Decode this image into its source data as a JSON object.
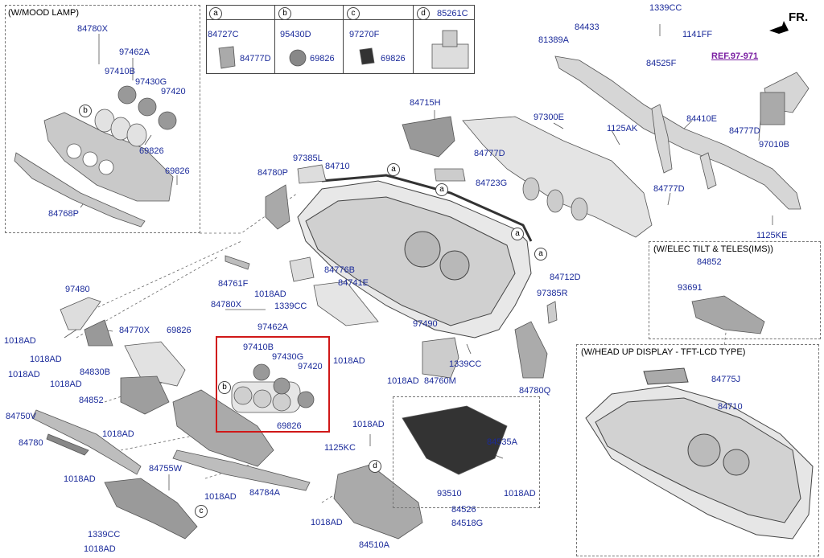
{
  "colors": {
    "label": "#1a2a9a",
    "highlight": "#d01818",
    "ref": "#7a1fa2",
    "part_fill": "#c9c9c9",
    "line": "#555555"
  },
  "fr_label": "FR.",
  "ref_link": "REF.97-971",
  "circle_letters": {
    "a": "a",
    "b": "b",
    "c": "c",
    "d": "d"
  },
  "legend": {
    "a": {
      "letter": "a",
      "parts": [
        "84727C",
        "84777D"
      ]
    },
    "b": {
      "letter": "b",
      "parts": [
        "95430D",
        "69826"
      ]
    },
    "c": {
      "letter": "c",
      "parts": [
        "97270F",
        "69826"
      ]
    },
    "d": {
      "letter": "d",
      "parts": [
        "85261C"
      ]
    }
  },
  "mood_lamp": {
    "title": "(W/MOOD LAMP)",
    "parts": [
      "84780X",
      "97462A",
      "97410B",
      "97430G",
      "97420",
      "69826",
      "69826",
      "84768P"
    ]
  },
  "elec_tilt": {
    "title": "(W/ELEC TILT & TELES(IMS))",
    "parts": [
      "84852",
      "93691"
    ]
  },
  "hud": {
    "title": "(W/HEAD UP DISPLAY - TFT-LCD TYPE)",
    "parts": [
      "84775J",
      "84710"
    ]
  },
  "highlight_group": {
    "parts": [
      "97410B",
      "97430G",
      "97420",
      "69826"
    ]
  },
  "parts": {
    "p1339CC_top": "1339CC",
    "p84433": "84433",
    "p81389A": "81389A",
    "p1141FF": "1141FF",
    "p84525F": "84525F",
    "p84715H": "84715H",
    "p97300E": "97300E",
    "p84410E": "84410E",
    "p1125AK": "1125AK",
    "p84777D_r": "84777D",
    "p97010B": "97010B",
    "p84777D_m": "84777D",
    "p84723G": "84723G",
    "p84777D_b": "84777D",
    "p1125KE": "1125KE",
    "p97385L": "97385L",
    "p84710": "84710",
    "p84780P": "84780P",
    "p84761F": "84761F",
    "p84776B": "84776B",
    "p1018AD_1": "1018AD",
    "p1339CC_mid": "1339CC",
    "p84741E": "84741E",
    "p84712D": "84712D",
    "p97385R": "97385R",
    "p97480": "97480",
    "p84780X": "84780X",
    "p84770X": "84770X",
    "p1018AD_2": "1018AD",
    "p69826": "69826",
    "p97462A": "97462A",
    "p1018AD_3": "1018AD",
    "p97490": "97490",
    "p1339CC_low": "1339CC",
    "p1018AD_4": "1018AD",
    "p84760M": "84760M",
    "p84780Q": "84780Q",
    "p1018AD_5": "1018AD",
    "p84830B": "84830B",
    "p1018AD_6": "1018AD",
    "p84852": "84852",
    "p1018AD_7": "1018AD",
    "p84750V": "84750V",
    "p1018AD_8": "1018AD",
    "p84780": "84780",
    "p1018AD_9": "1018AD",
    "p84755W": "84755W",
    "p1018AD_10": "1018AD",
    "p84784A": "84784A",
    "p1339CC_bot": "1339CC",
    "p1018AD_11": "1018AD",
    "p1018AD_12": "1018AD",
    "p1125KC": "1125KC",
    "p84535A": "84535A",
    "p93510": "93510",
    "p1018AD_13": "1018AD",
    "p84526": "84526",
    "p1018AD_14": "1018AD",
    "p84518G": "84518G",
    "p84510A": "84510A"
  }
}
